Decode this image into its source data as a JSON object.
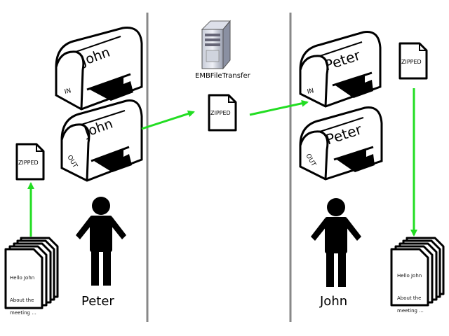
{
  "server": {
    "name": "EMBFileTransfer",
    "icon": "server-tower-icon"
  },
  "left_user": {
    "name": "Peter",
    "mailbox_in": {
      "owner": "John",
      "tag": "IN"
    },
    "mailbox_out": {
      "owner": "John",
      "tag": "OUT"
    },
    "zip_label": "ZIPPED",
    "document_lines": [
      "Hello John",
      "About the",
      "meeting ..."
    ]
  },
  "middle": {
    "zip_label": "ZIPPED"
  },
  "right_user": {
    "name": "John",
    "mailbox_in": {
      "owner": "Peter",
      "tag": "IN"
    },
    "mailbox_out": {
      "owner": "Peter",
      "tag": "OUT"
    },
    "zip_label": "ZIPPED",
    "document_lines": [
      "Hello John",
      "About the",
      "meeting ..."
    ]
  },
  "colors": {
    "arrow": "#22dd22",
    "divider": "#888888"
  }
}
